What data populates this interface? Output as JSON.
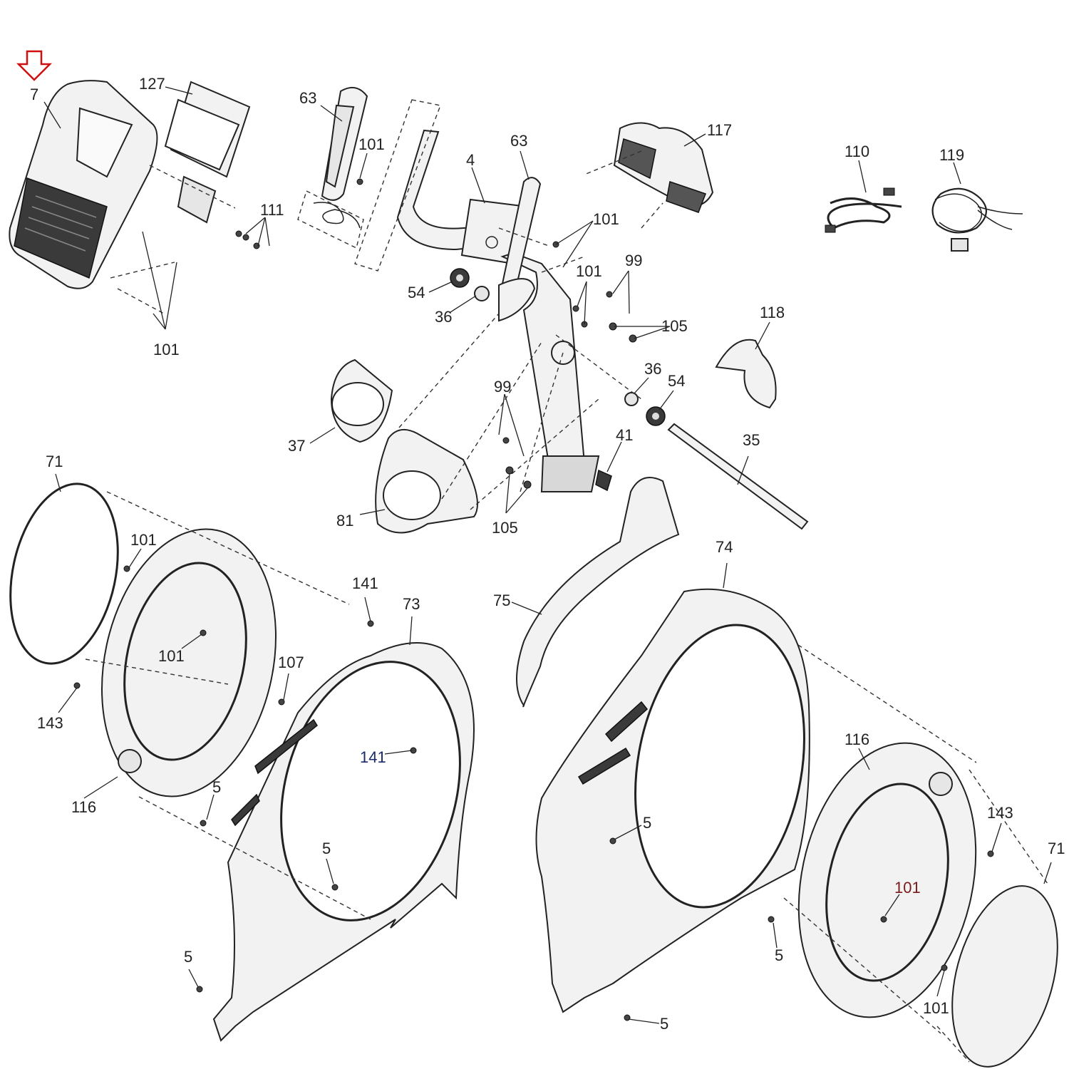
{
  "marker": {
    "target_part": "7",
    "color": "#d01010"
  },
  "labels": {
    "p7": "7",
    "p127": "127",
    "p111": "111",
    "p101_console": "101",
    "p63_left": "63",
    "p101_grip": "101",
    "p63_right": "63",
    "p4": "4",
    "p101_upper": "101",
    "p117": "117",
    "p110": "110",
    "p119": "119",
    "p54_left": "54",
    "p36_left": "36",
    "p101_mid": "101",
    "p99_upper": "99",
    "p105_upper": "105",
    "p118": "118",
    "p36_right": "36",
    "p54_right": "54",
    "p99_lower": "99",
    "p37": "37",
    "p41": "41",
    "p35": "35",
    "p81": "81",
    "p105_lower": "105",
    "p71_left": "71",
    "p101_ring_outer": "101",
    "p141_top": "141",
    "p73": "73",
    "p75": "75",
    "p74": "74",
    "p101_ring_inner": "101",
    "p107": "107",
    "p143_left": "143",
    "p141_mid": "141",
    "p116_left": "116",
    "p5_a": "5",
    "p5_b": "5",
    "p5_c": "5",
    "p5_d": "5",
    "p116_right": "116",
    "p143_right": "143",
    "p71_right": "71",
    "p101_right_inner": "101",
    "p5_e": "5",
    "p101_right_lower": "101",
    "p5_f": "5"
  }
}
